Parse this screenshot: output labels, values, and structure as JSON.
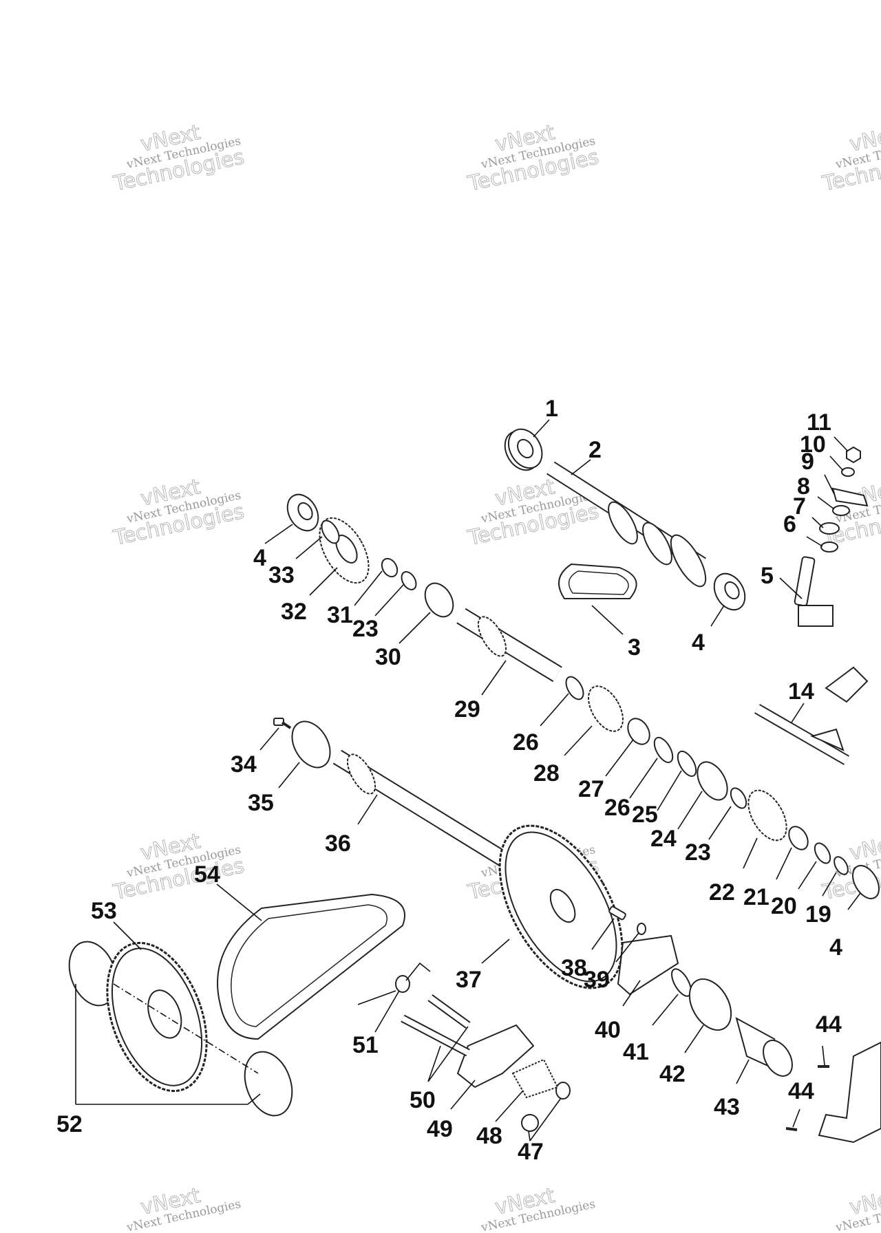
{
  "watermark": {
    "line1": "vNext Technologies",
    "line2": "Technologies",
    "line3": "vNext"
  },
  "callouts": [
    "1",
    "2",
    "3",
    "4",
    "5",
    "6",
    "7",
    "8",
    "9",
    "10",
    "11",
    "14",
    "19",
    "20",
    "21",
    "22",
    "23",
    "24",
    "25",
    "26",
    "27",
    "28",
    "29",
    "30",
    "31",
    "32",
    "33",
    "34",
    "35",
    "36",
    "37",
    "38",
    "39",
    "40",
    "41",
    "42",
    "43",
    "44",
    "47",
    "48",
    "49",
    "50",
    "51",
    "52",
    "53",
    "54"
  ],
  "colors": {
    "ink": "#111111",
    "watermark": "#9a9a9a"
  }
}
